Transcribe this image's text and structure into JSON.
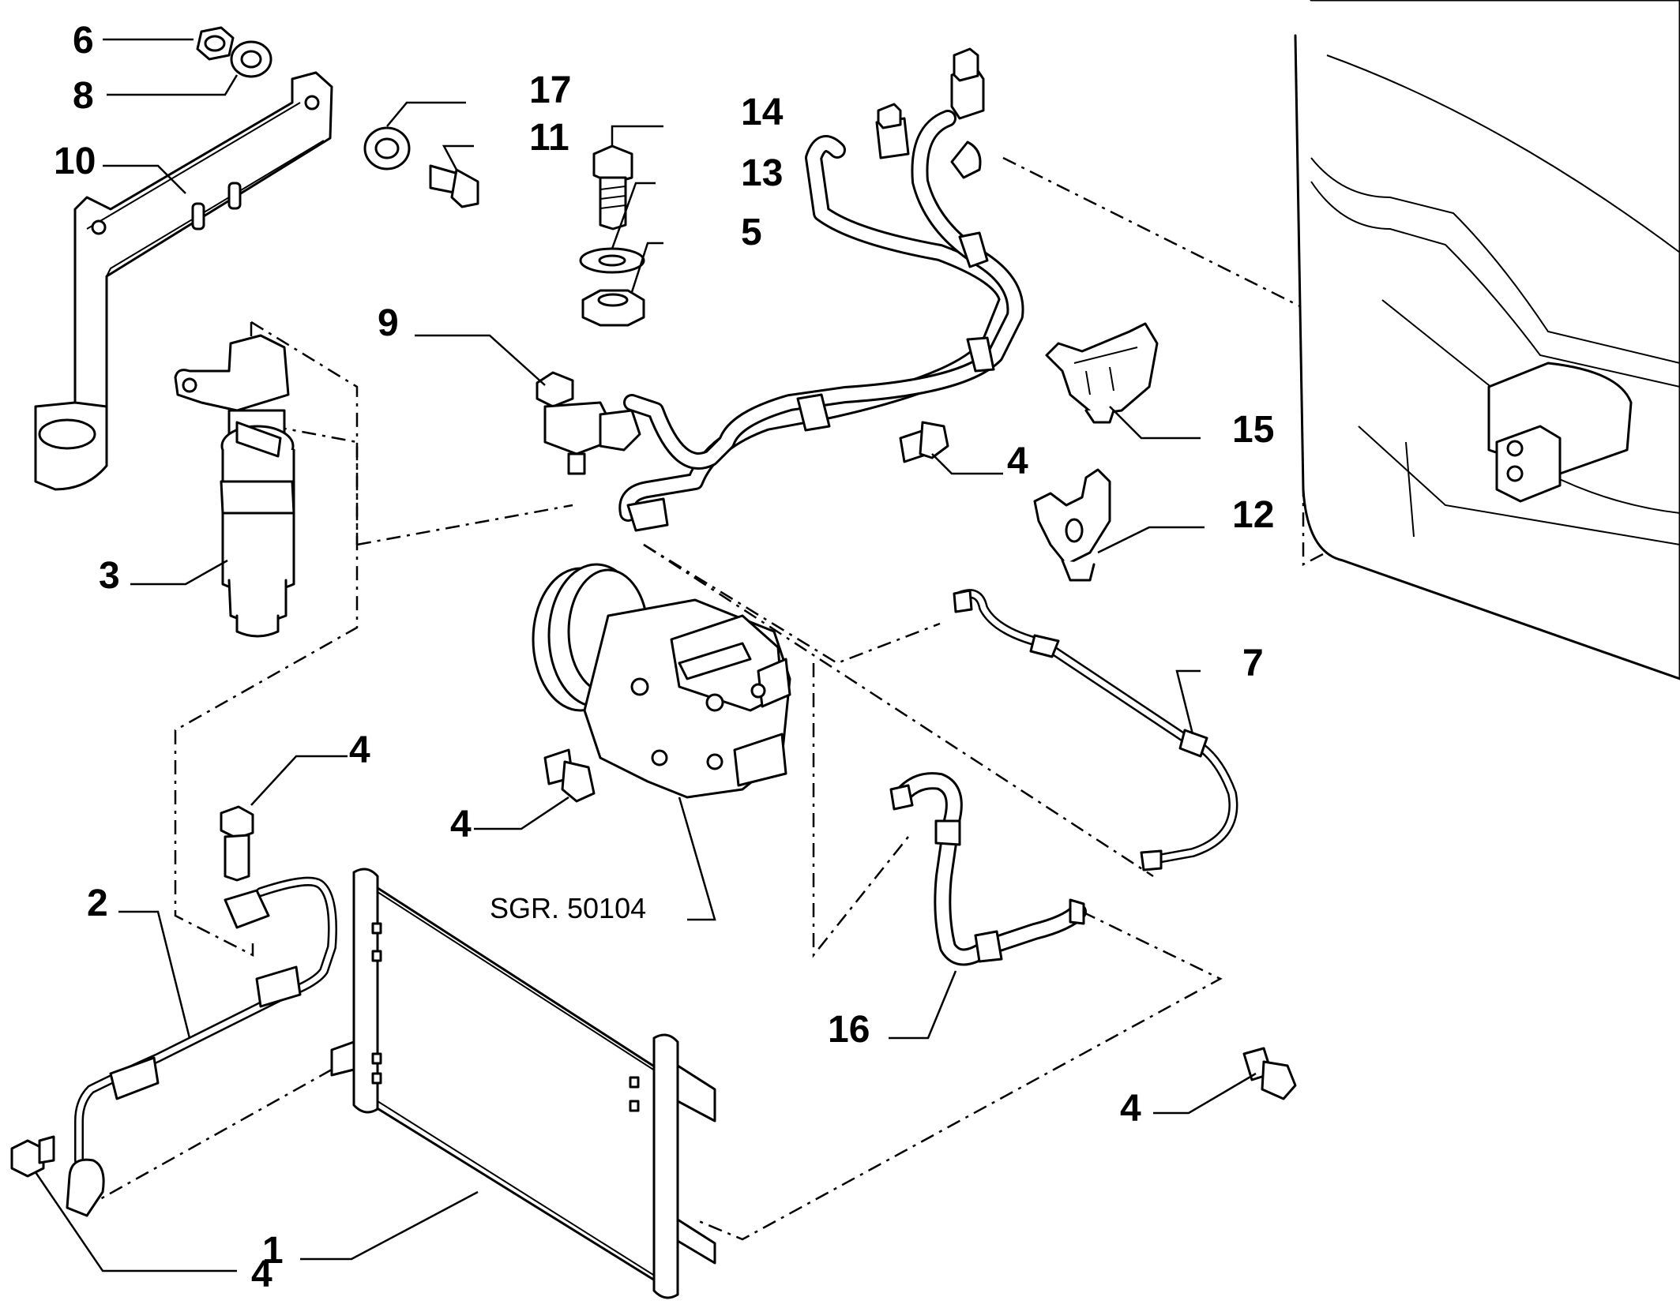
{
  "diagram": {
    "reference": "SGR. 50104",
    "callouts": [
      {
        "id": "c1",
        "label": "1"
      },
      {
        "id": "c2",
        "label": "2"
      },
      {
        "id": "c3",
        "label": "3"
      },
      {
        "id": "c4a",
        "label": "4"
      },
      {
        "id": "c4b",
        "label": "4"
      },
      {
        "id": "c4c",
        "label": "4"
      },
      {
        "id": "c4d",
        "label": "4"
      },
      {
        "id": "c4e",
        "label": "4"
      },
      {
        "id": "c5",
        "label": "5"
      },
      {
        "id": "c6",
        "label": "6"
      },
      {
        "id": "c7",
        "label": "7"
      },
      {
        "id": "c8",
        "label": "8"
      },
      {
        "id": "c9",
        "label": "9"
      },
      {
        "id": "c10",
        "label": "10"
      },
      {
        "id": "c11",
        "label": "11"
      },
      {
        "id": "c12",
        "label": "12"
      },
      {
        "id": "c13",
        "label": "13"
      },
      {
        "id": "c14",
        "label": "14"
      },
      {
        "id": "c15",
        "label": "15"
      },
      {
        "id": "c16",
        "label": "16"
      },
      {
        "id": "c17",
        "label": "17"
      }
    ]
  }
}
